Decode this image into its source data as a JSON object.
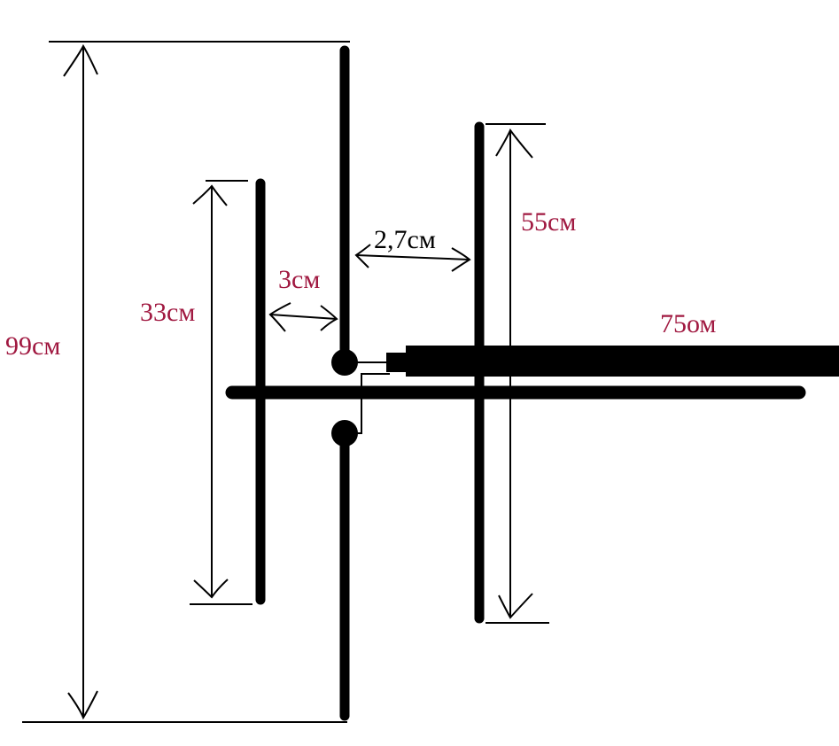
{
  "diagram": {
    "labels": {
      "dim_99": "99см",
      "dim_33": "33см",
      "gap_3": "3см",
      "gap_27": "2,7см",
      "dim_55": "55см",
      "impedance": "75ом"
    },
    "colors": {
      "label_red": "#a01840",
      "line": "#000000"
    }
  }
}
